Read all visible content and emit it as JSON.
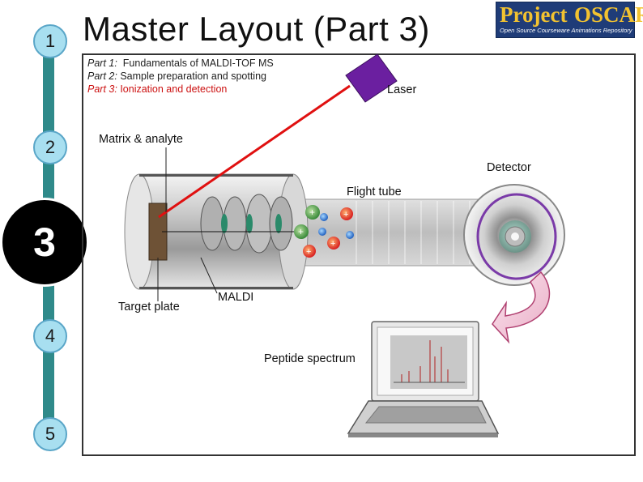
{
  "title": "Master Layout (Part 3)",
  "logo": {
    "word1": "Project",
    "word2": "OSCAR",
    "tagline": "Open Source Courseware Animations Repository"
  },
  "steps": [
    "1",
    "2",
    "3",
    "4",
    "5"
  ],
  "parts": [
    {
      "label": "Part 1:",
      "text": "Fundamentals of MALDI-TOF MS"
    },
    {
      "label": "Part 2:",
      "text": "Sample preparation and spotting"
    },
    {
      "label": "Part 3:",
      "text": "Ionization and detection"
    }
  ],
  "diagram_labels": {
    "laser": "Laser",
    "matrix": "Matrix & analyte",
    "detector": "Detector",
    "flight_tube": "Flight tube",
    "target_plate": "Target plate",
    "maldi": "MALDI",
    "spectrum": "Peptide spectrum"
  },
  "colors": {
    "timeline": "#2f8a8a",
    "step_fill": "#a8dff0",
    "active_step": "#000000",
    "laser_box": "#6b1fa0",
    "laser_beam": "#e01010",
    "part3_text": "#cc1111",
    "detector_ring": "#7a3aa8",
    "arrow": "#f0c8d8"
  },
  "icons": [
    "laser-icon",
    "mass-spectrometer-icon",
    "detector-icon",
    "laptop-icon",
    "curved-arrow-icon"
  ]
}
